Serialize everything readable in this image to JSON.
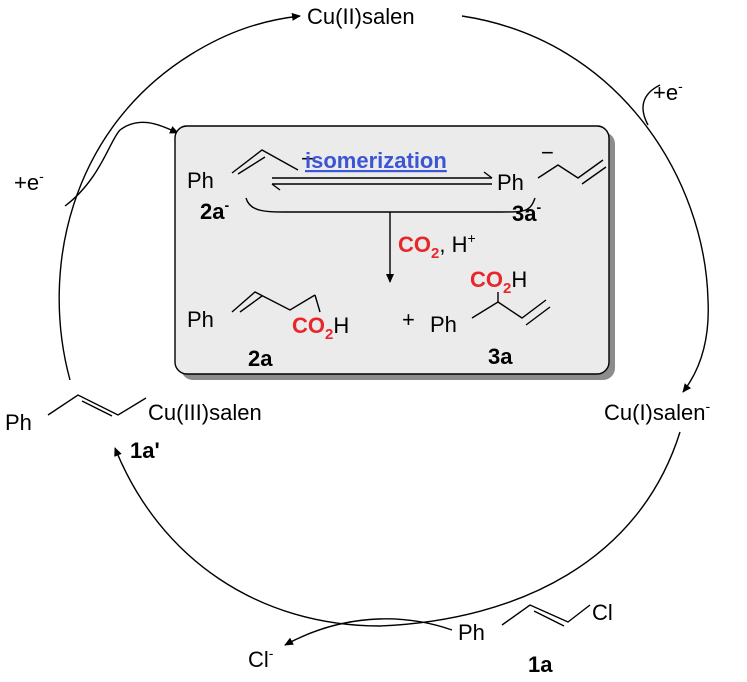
{
  "cycle": {
    "top": "Cu(II)salen",
    "right": "Cu(I)salen",
    "right_charge": "-",
    "left_e": "+e",
    "left_e_charge": "-",
    "right_e": "+e",
    "right_e_charge": "-",
    "left_species": {
      "ph": "Ph",
      "metal": "Cu(III)salen",
      "label": "1a'"
    },
    "bottom_species": {
      "ph": "Ph",
      "cl": "Cl",
      "label": "1a"
    },
    "chloride": "Cl",
    "chloride_charge": "-"
  },
  "box": {
    "isomerization": "isomerization",
    "anion_2a": {
      "ph": "Ph",
      "charge": "−",
      "label": "2a",
      "label_charge": "-"
    },
    "anion_3a": {
      "ph": "Ph",
      "charge": "−",
      "label": "3a",
      "label_charge": "-"
    },
    "reagent_co2": "CO",
    "reagent_co2_sub": "2",
    "reagent_h": ", H",
    "reagent_h_charge": "+",
    "product_2a": {
      "ph": "Ph",
      "co2": "CO",
      "co2_sub": "2",
      "h": "H",
      "label": "2a"
    },
    "plus": "+",
    "product_3a": {
      "ph": "Ph",
      "co2": "CO",
      "co2_sub": "2",
      "h": "H",
      "label": "3a"
    }
  },
  "colors": {
    "co2": "#e8272a",
    "isomerization": "#3b55d4",
    "box_fill": "#ebebeb",
    "box_shadow": "#8c8c8c"
  }
}
